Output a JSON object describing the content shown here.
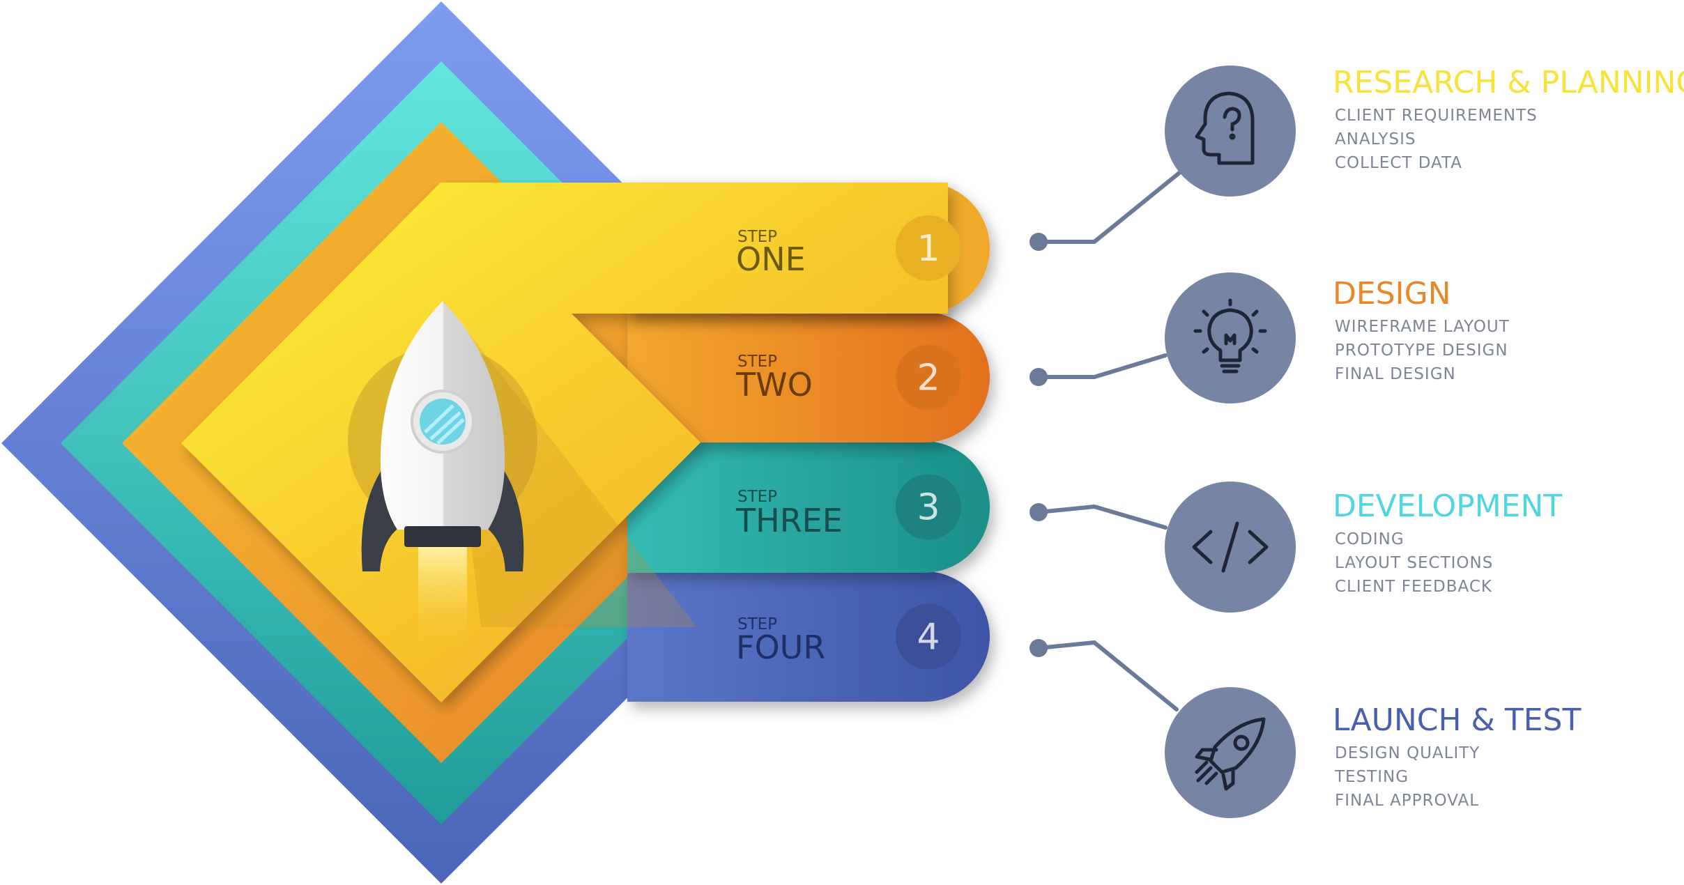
{
  "steps": [
    {
      "prefix": "STEP",
      "word": "ONE",
      "number": "1",
      "color": "#f0b323"
    },
    {
      "prefix": "STEP",
      "word": "TWO",
      "number": "2",
      "color": "#e8801f"
    },
    {
      "prefix": "STEP",
      "word": "THREE",
      "number": "3",
      "color": "#1f9f96"
    },
    {
      "prefix": "STEP",
      "word": "FOUR",
      "number": "4",
      "color": "#4a62b3"
    }
  ],
  "categories": [
    {
      "title": "RESEARCH & PLANNING",
      "color": "#f7e33a",
      "icon": "head-question-icon",
      "items": [
        "CLIENT REQUIREMENTS",
        "ANALYSIS",
        "COLLECT DATA"
      ]
    },
    {
      "title": "DESIGN",
      "color": "#e8862a",
      "icon": "lightbulb-icon",
      "items": [
        "WIREFRAME LAYOUT",
        "PROTOTYPE DESIGN",
        "FINAL DESIGN"
      ]
    },
    {
      "title": "DEVELOPMENT",
      "color": "#4fd6e0",
      "icon": "code-brackets-icon",
      "items": [
        "CODING",
        "LAYOUT SECTIONS",
        "CLIENT FEEDBACK"
      ]
    },
    {
      "title": "LAUNCH & TEST",
      "color": "#4a5fb0",
      "icon": "rocket-icon",
      "items": [
        "DESIGN QUALITY",
        "TESTING",
        "FINAL APPROVAL"
      ]
    }
  ],
  "center_icon": "rocket-icon",
  "connector_color": "#6a7a98",
  "icon_circle_color": "#7585a3"
}
